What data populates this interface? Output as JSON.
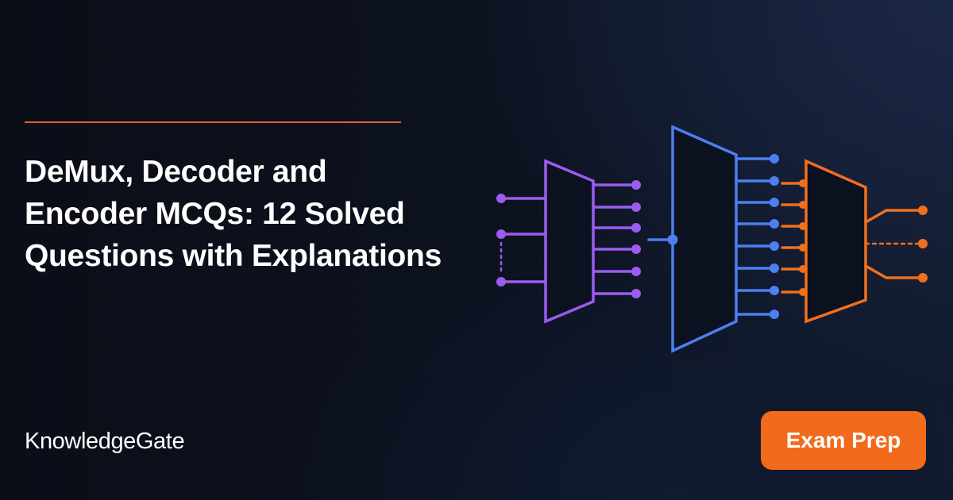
{
  "title_lines": [
    "DeMux, Decoder and",
    "Encoder MCQs: 12 Solved",
    "Questions with Explanations"
  ],
  "brand": "KnowledgeGate",
  "cta_label": "Exam Prep",
  "colors": {
    "accent_line": "#e0642a",
    "cta_background": "#f26a1b",
    "demux_purple": "#9b5cf0",
    "decoder_blue": "#4d7ff0",
    "encoder_orange": "#f0701e"
  }
}
